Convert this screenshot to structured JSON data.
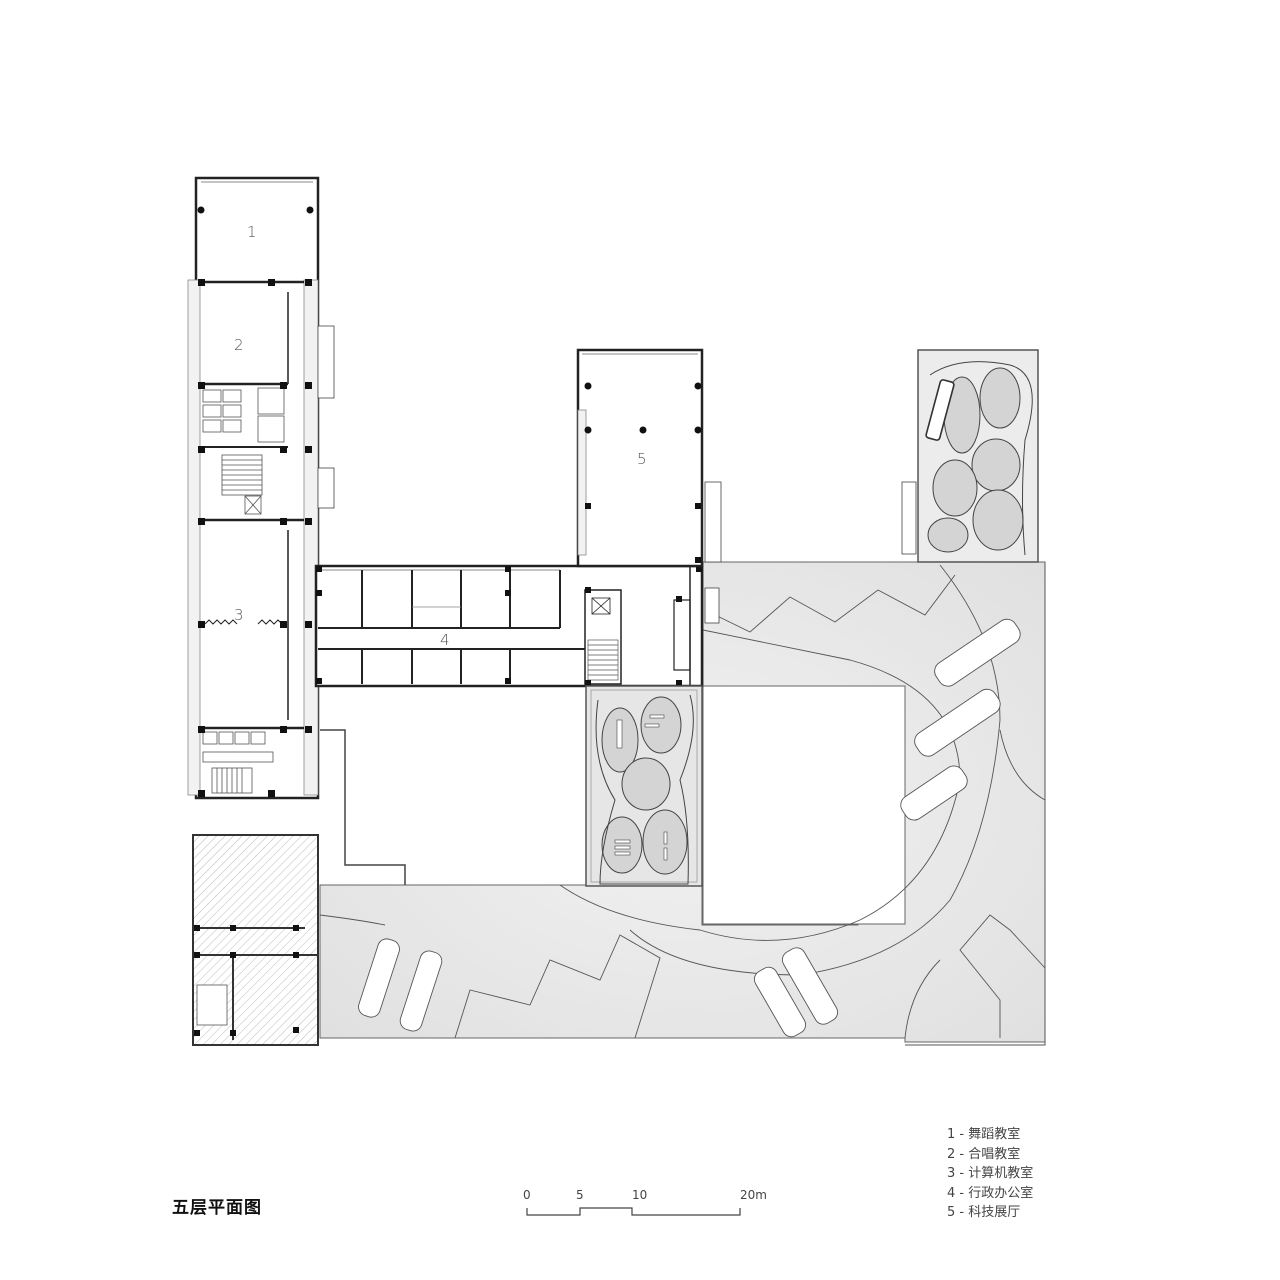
{
  "drawing": {
    "title": "五层平面图",
    "rooms": [
      {
        "number": "1",
        "name": "舞蹈教室"
      },
      {
        "number": "2",
        "name": "合唱教室"
      },
      {
        "number": "3",
        "name": "计算机教室"
      },
      {
        "number": "4",
        "name": "行政办公室"
      },
      {
        "number": "5",
        "name": "科技展厅"
      }
    ],
    "legend": [
      "1 - 舞蹈教室",
      "2 - 合唱教室",
      "3 - 计算机教室",
      "4 - 行政办公室",
      "5 - 科技展厅"
    ],
    "scale_bar": {
      "ticks": [
        "0",
        "5",
        "10",
        "20m"
      ]
    },
    "colors": {
      "wall": "#222222",
      "roof_fill": "#ececec",
      "roof_dark": "#dddddd",
      "hatch": "#999999"
    }
  }
}
